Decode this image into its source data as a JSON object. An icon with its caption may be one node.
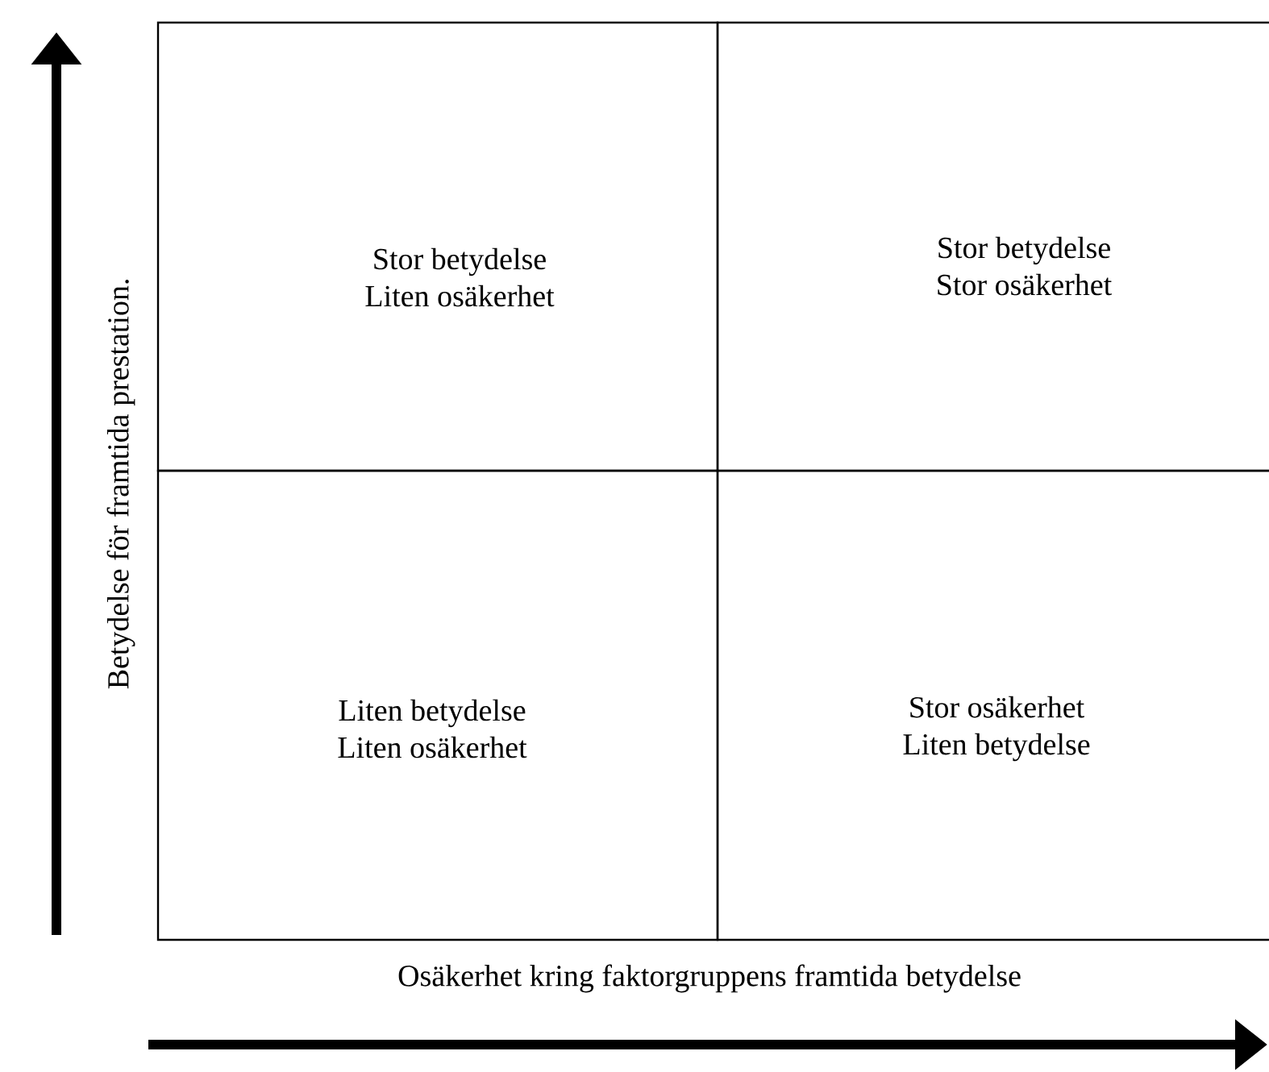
{
  "diagram": {
    "nodes": [
      {
        "text": [
          "Stor betydelse",
          "Liten osäkerhet"
        ]
      },
      {
        "text": [
          "Stor betydelse",
          "Stor osäkerhet"
        ]
      },
      {
        "text": [
          "Liten betydelse",
          "Liten osäkerhet"
        ]
      },
      {
        "text": [
          "Stor osäkerhet",
          "Liten betydelse"
        ]
      }
    ],
    "edges": [],
    "labels": [
      "Betydelse för framtida prestation.",
      "Osäkerhet kring faktorgruppens framtida betydelse"
    ]
  }
}
